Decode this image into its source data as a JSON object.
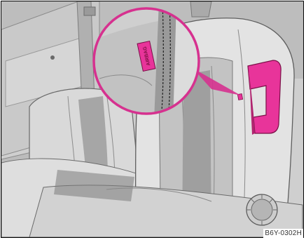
{
  "figure": {
    "code": "B6Y-0302H",
    "tag_label": "AIRBAG"
  },
  "colors": {
    "background": "#d9d9d9",
    "seat_light": "#e2e2e2",
    "seat_mid": "#c4c4c4",
    "seat_dark": "#9d9d9d",
    "airbag_pink": "#e8349a",
    "highlight_ring": "#d6318f",
    "outline": "#000000"
  },
  "icons": [
    "seat-side-airbag-illustration",
    "magnifier-callout",
    "recline-knob-icon"
  ]
}
